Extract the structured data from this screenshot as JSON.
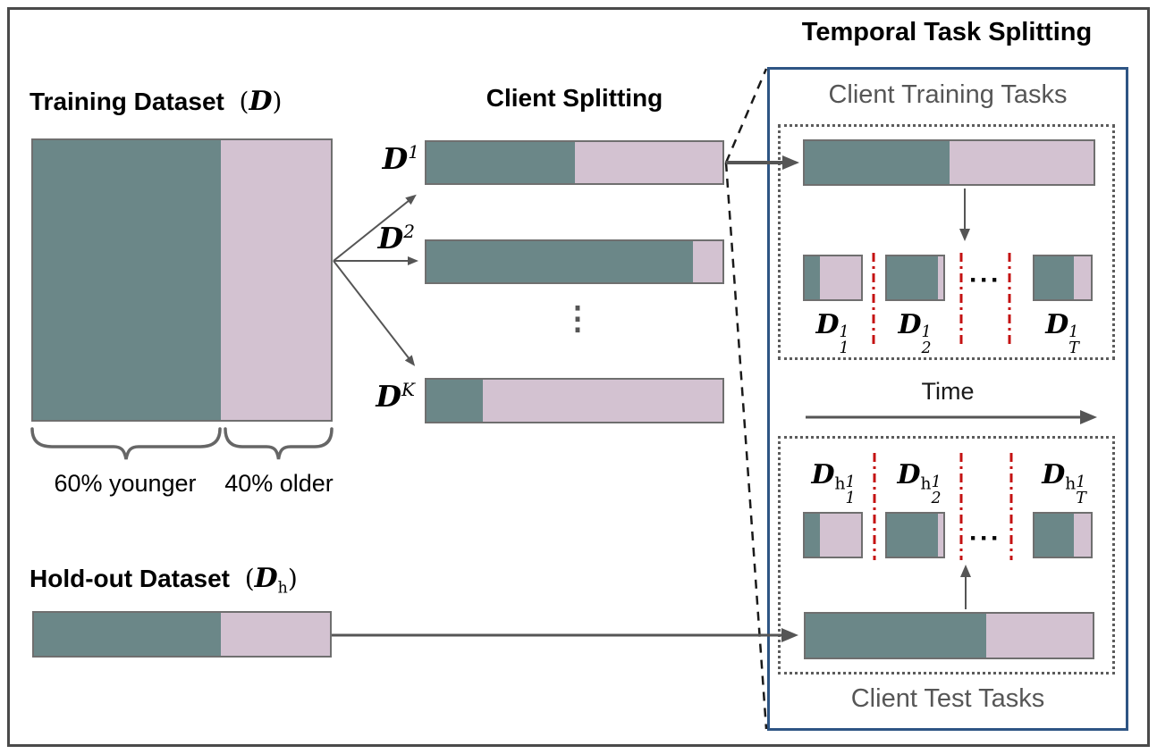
{
  "colors": {
    "young": "#6b8788",
    "old": "#d3c2d1",
    "panel_border": "#2e5584",
    "red_divider": "#c41212",
    "arrow": "#555555"
  },
  "training_dataset": {
    "title": "Training Dataset",
    "symbol_open": "(",
    "symbol": "D",
    "symbol_close": ")",
    "young_label": "60% younger",
    "old_label": "40% older",
    "young_fraction": 0.63
  },
  "client_splitting": {
    "title": "Client Splitting",
    "vdots": "⋮",
    "bars": [
      {
        "symbol": "D",
        "sup": "1",
        "young_fraction": 0.5
      },
      {
        "symbol": "D",
        "sup": "2",
        "young_fraction": 0.9
      },
      {
        "symbol": "D",
        "sup": "K",
        "young_fraction": 0.19
      }
    ]
  },
  "holdout_dataset": {
    "title": "Hold-out Dataset",
    "symbol_open": "(",
    "symbol": "D",
    "symbol_sub": "h",
    "symbol_close": ")",
    "young_fraction": 0.63
  },
  "temporal_panel": {
    "title": "Temporal Task Splitting",
    "training_tasks": {
      "label": "Client Training Tasks",
      "bar_young_fraction": 0.5,
      "ellipsis": "···",
      "blocks": [
        {
          "young_fraction": 0.27,
          "symbol": "D",
          "sup": "1",
          "sub": "1"
        },
        {
          "young_fraction": 0.9,
          "symbol": "D",
          "sup": "1",
          "sub": "2"
        },
        {
          "young_fraction": 0.7,
          "symbol": "D",
          "sup": "1",
          "sub": "T"
        }
      ]
    },
    "time_label": "Time",
    "test_tasks": {
      "label": "Client Test Tasks",
      "bar_young_fraction": 0.63,
      "ellipsis": "···",
      "blocks": [
        {
          "young_fraction": 0.27,
          "symbol": "D",
          "sub_h": "h",
          "sup": "1",
          "sub": "1"
        },
        {
          "young_fraction": 0.9,
          "symbol": "D",
          "sub_h": "h",
          "sup": "1",
          "sub": "2"
        },
        {
          "young_fraction": 0.7,
          "symbol": "D",
          "sub_h": "h",
          "sup": "1",
          "sub": "T"
        }
      ]
    }
  }
}
